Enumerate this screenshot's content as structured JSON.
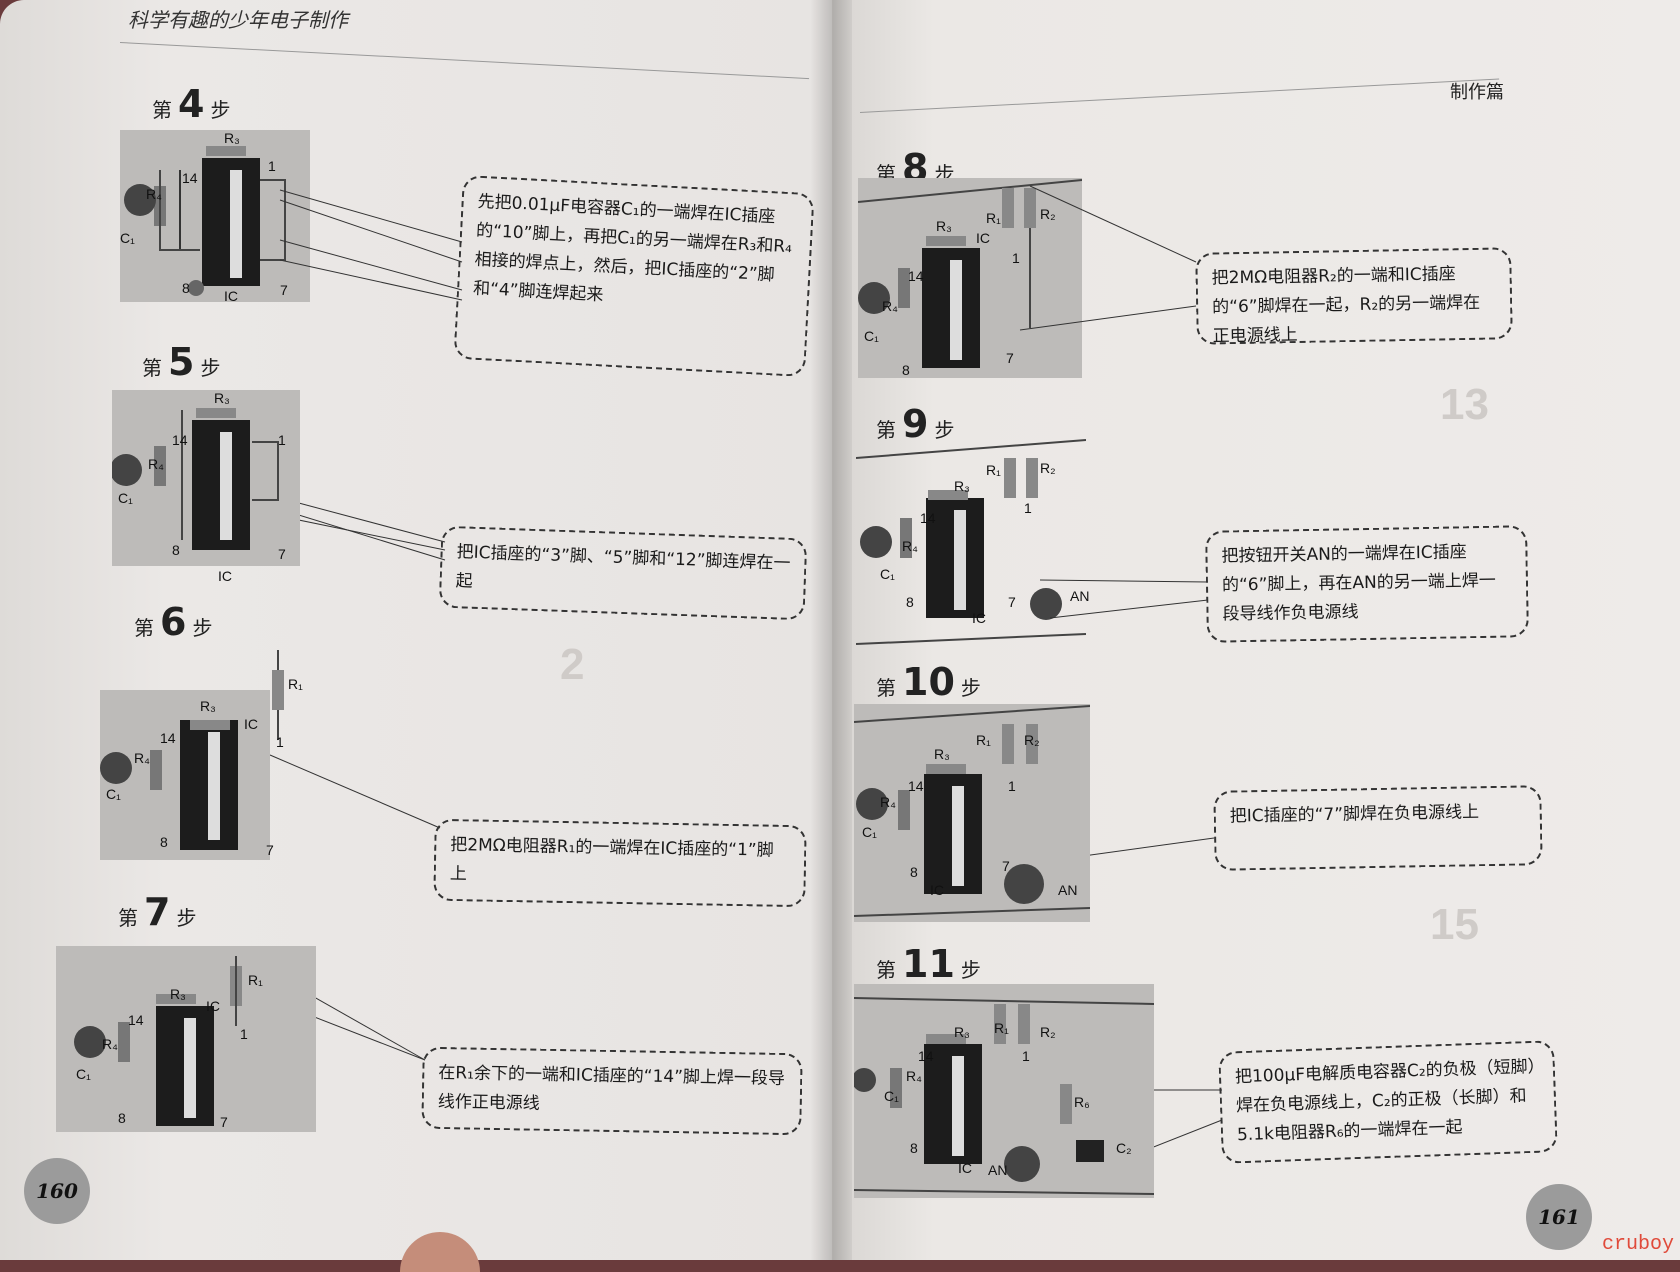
{
  "left_page": {
    "running_head": "科学有趣的少年电子制作",
    "page_number": "160",
    "steps": [
      {
        "prefix": "第",
        "number": "4",
        "suffix": "步",
        "labels": {
          "r3": "R₃",
          "r4": "R₄",
          "c1": "C₁",
          "p14": "14",
          "p1": "1",
          "p8": "8",
          "p7": "7",
          "ic": "IC"
        },
        "text": "先把0.01μF电容器C₁的一端焊在IC插座的“10”脚上，再把C₁的另一端焊在R₃和R₄相接的焊点上，然后，把IC插座的“2”脚和“4”脚连焊起来"
      },
      {
        "prefix": "第",
        "number": "5",
        "suffix": "步",
        "labels": {
          "r3": "R₃",
          "r4": "R₄",
          "c1": "C₁",
          "p14": "14",
          "p1": "1",
          "p8": "8",
          "p7": "7",
          "ic": "IC"
        },
        "text": "把IC插座的“3”脚、“5”脚和“12”脚连焊在一起"
      },
      {
        "prefix": "第",
        "number": "6",
        "suffix": "步",
        "labels": {
          "r3": "R₃",
          "r4": "R₄",
          "r1": "R₁",
          "c1": "C₁",
          "p14": "14",
          "p1": "1",
          "p8": "8",
          "p7": "7",
          "ic": "IC"
        },
        "text": "把2MΩ电阻器R₁的一端焊在IC插座的“1”脚上"
      },
      {
        "prefix": "第",
        "number": "7",
        "suffix": "步",
        "labels": {
          "r3": "R₃",
          "r4": "R₄",
          "r1": "R₁",
          "c1": "C₁",
          "p14": "14",
          "p1": "1",
          "p8": "8",
          "p7": "7",
          "ic": "IC"
        },
        "text": "在R₁余下的一端和IC插座的“14”脚上焊一段导线作正电源线"
      }
    ]
  },
  "right_page": {
    "running_head": "制作篇",
    "page_number": "161",
    "steps": [
      {
        "prefix": "第",
        "number": "8",
        "suffix": "步",
        "labels": {
          "r1": "R₁",
          "r2": "R₂",
          "r3": "R₃",
          "r4": "R₄",
          "c1": "C₁",
          "p14": "14",
          "p1": "1",
          "p8": "8",
          "p7": "7",
          "ic": "IC"
        },
        "text": "把2MΩ电阻器R₂的一端和IC插座的“6”脚焊在一起，R₂的另一端焊在正电源线上"
      },
      {
        "prefix": "第",
        "number": "9",
        "suffix": "步",
        "labels": {
          "r1": "R₁",
          "r2": "R₂",
          "r3": "R₃",
          "r4": "R₄",
          "c1": "C₁",
          "p14": "14",
          "p1": "1",
          "p8": "8",
          "p7": "7",
          "ic": "IC",
          "an": "AN"
        },
        "text": "把按钮开关AN的一端焊在IC插座的“6”脚上，再在AN的另一端上焊一段导线作负电源线"
      },
      {
        "prefix": "第",
        "number": "10",
        "suffix": "步",
        "labels": {
          "r1": "R₁",
          "r2": "R₂",
          "r3": "R₃",
          "r4": "R₄",
          "c1": "C₁",
          "p14": "14",
          "p1": "1",
          "p8": "8",
          "p7": "7",
          "ic": "IC",
          "an": "AN"
        },
        "text": "把IC插座的“7”脚焊在负电源线上"
      },
      {
        "prefix": "第",
        "number": "11",
        "suffix": "步",
        "labels": {
          "r1": "R₁",
          "r2": "R₂",
          "r3": "R₃",
          "r4": "R₄",
          "r6": "R₆",
          "c1": "C₁",
          "c2": "C₂",
          "p14": "14",
          "p1": "1",
          "p8": "8",
          "ic": "IC",
          "an": "AN"
        },
        "text": "把100μF电解质电容器C₂的负极（短脚）焊在负电源线上，C₂的正极（长脚）和5.1k电阻器R₆的一端焊在一起"
      }
    ]
  },
  "watermark": "cruboy",
  "colors": {
    "page": "#ece9e7",
    "figure_bg": "#bdbbb9",
    "ink": "#1a1a1a",
    "page_badge": "#9b9b9b",
    "watermark": "#e04a3a"
  }
}
